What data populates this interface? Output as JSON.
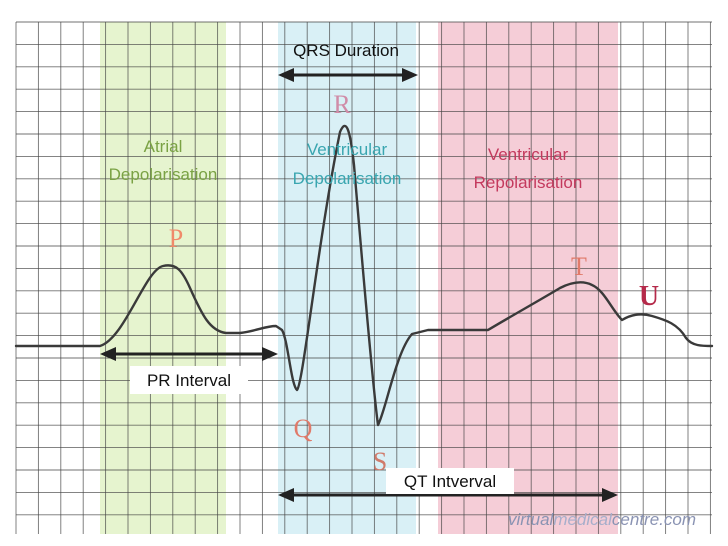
{
  "zones": {
    "atrial": {
      "line1": "Atrial",
      "line2": "Depolarisation",
      "fill": "#e6f4cf",
      "text_color": "#7aa244"
    },
    "ventricular_depol": {
      "line1": "Ventricular",
      "line2": "Depolarisation",
      "fill": "#d9f0f6",
      "text_color": "#3aa6b0"
    },
    "ventricular_repol": {
      "line1": "Ventricular",
      "line2": "Repolarisation",
      "fill": "#f5cdd7",
      "text_color": "#c43a5e"
    }
  },
  "waves": {
    "p": {
      "label": "P",
      "color": "#f08a6a"
    },
    "q": {
      "label": "Q",
      "color": "#e07a6a"
    },
    "r": {
      "label": "R",
      "color": "#d08ca8"
    },
    "s": {
      "label": "S",
      "color": "#d07a6a"
    },
    "t": {
      "label": "T",
      "color": "#e07a6a"
    },
    "u": {
      "label": "U",
      "color": "#b52a4a"
    }
  },
  "intervals": {
    "qrs_duration": "QRS Duration",
    "pr_interval": "PR Interval",
    "qt_interval": "QT Intverval"
  },
  "watermark": {
    "part1": "virtual",
    "part2": "medical",
    "part3": "centre",
    "part4": ".com"
  },
  "colors": {
    "grid": "#444444",
    "trace": "#3a3a3a",
    "arrow": "#222222",
    "watermark": "#8a93b3"
  }
}
